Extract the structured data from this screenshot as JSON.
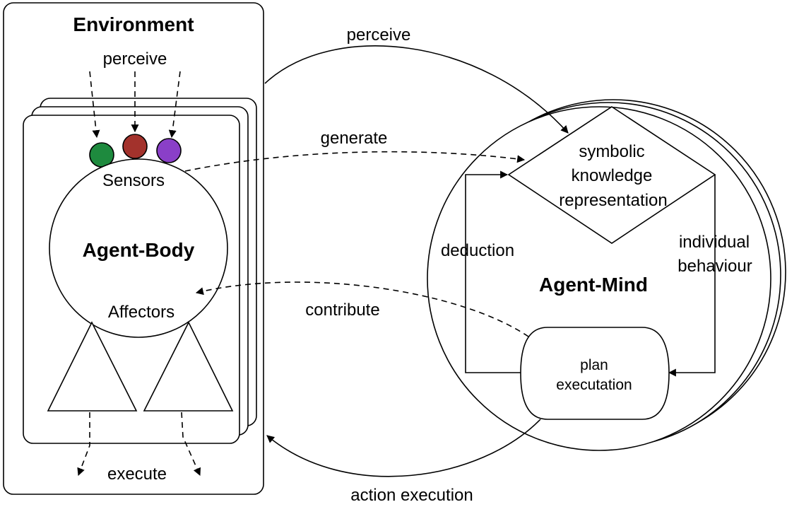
{
  "colors": {
    "sensor_green": "#1e8a3e",
    "sensor_red": "#a3322c",
    "sensor_purple": "#8a3fc8",
    "stroke": "#000000",
    "background": "#ffffff"
  },
  "environment": {
    "title": "Environment",
    "perceive_label": "perceive",
    "execute_label": "execute"
  },
  "agent_body": {
    "title": "Agent-Body",
    "sensors_label": "Sensors",
    "affectors_label": "Affectors"
  },
  "agent_mind": {
    "title": "Agent-Mind",
    "knowledge": [
      "symbolic",
      "knowledge",
      "representation"
    ],
    "plan": [
      "plan",
      "executation"
    ],
    "deduction_label": "deduction",
    "behaviour": [
      "individual",
      "behaviour"
    ]
  },
  "arrows": {
    "perceive_top": "perceive",
    "generate": "generate",
    "contribute": "contribute",
    "action_execution": "action execution"
  }
}
